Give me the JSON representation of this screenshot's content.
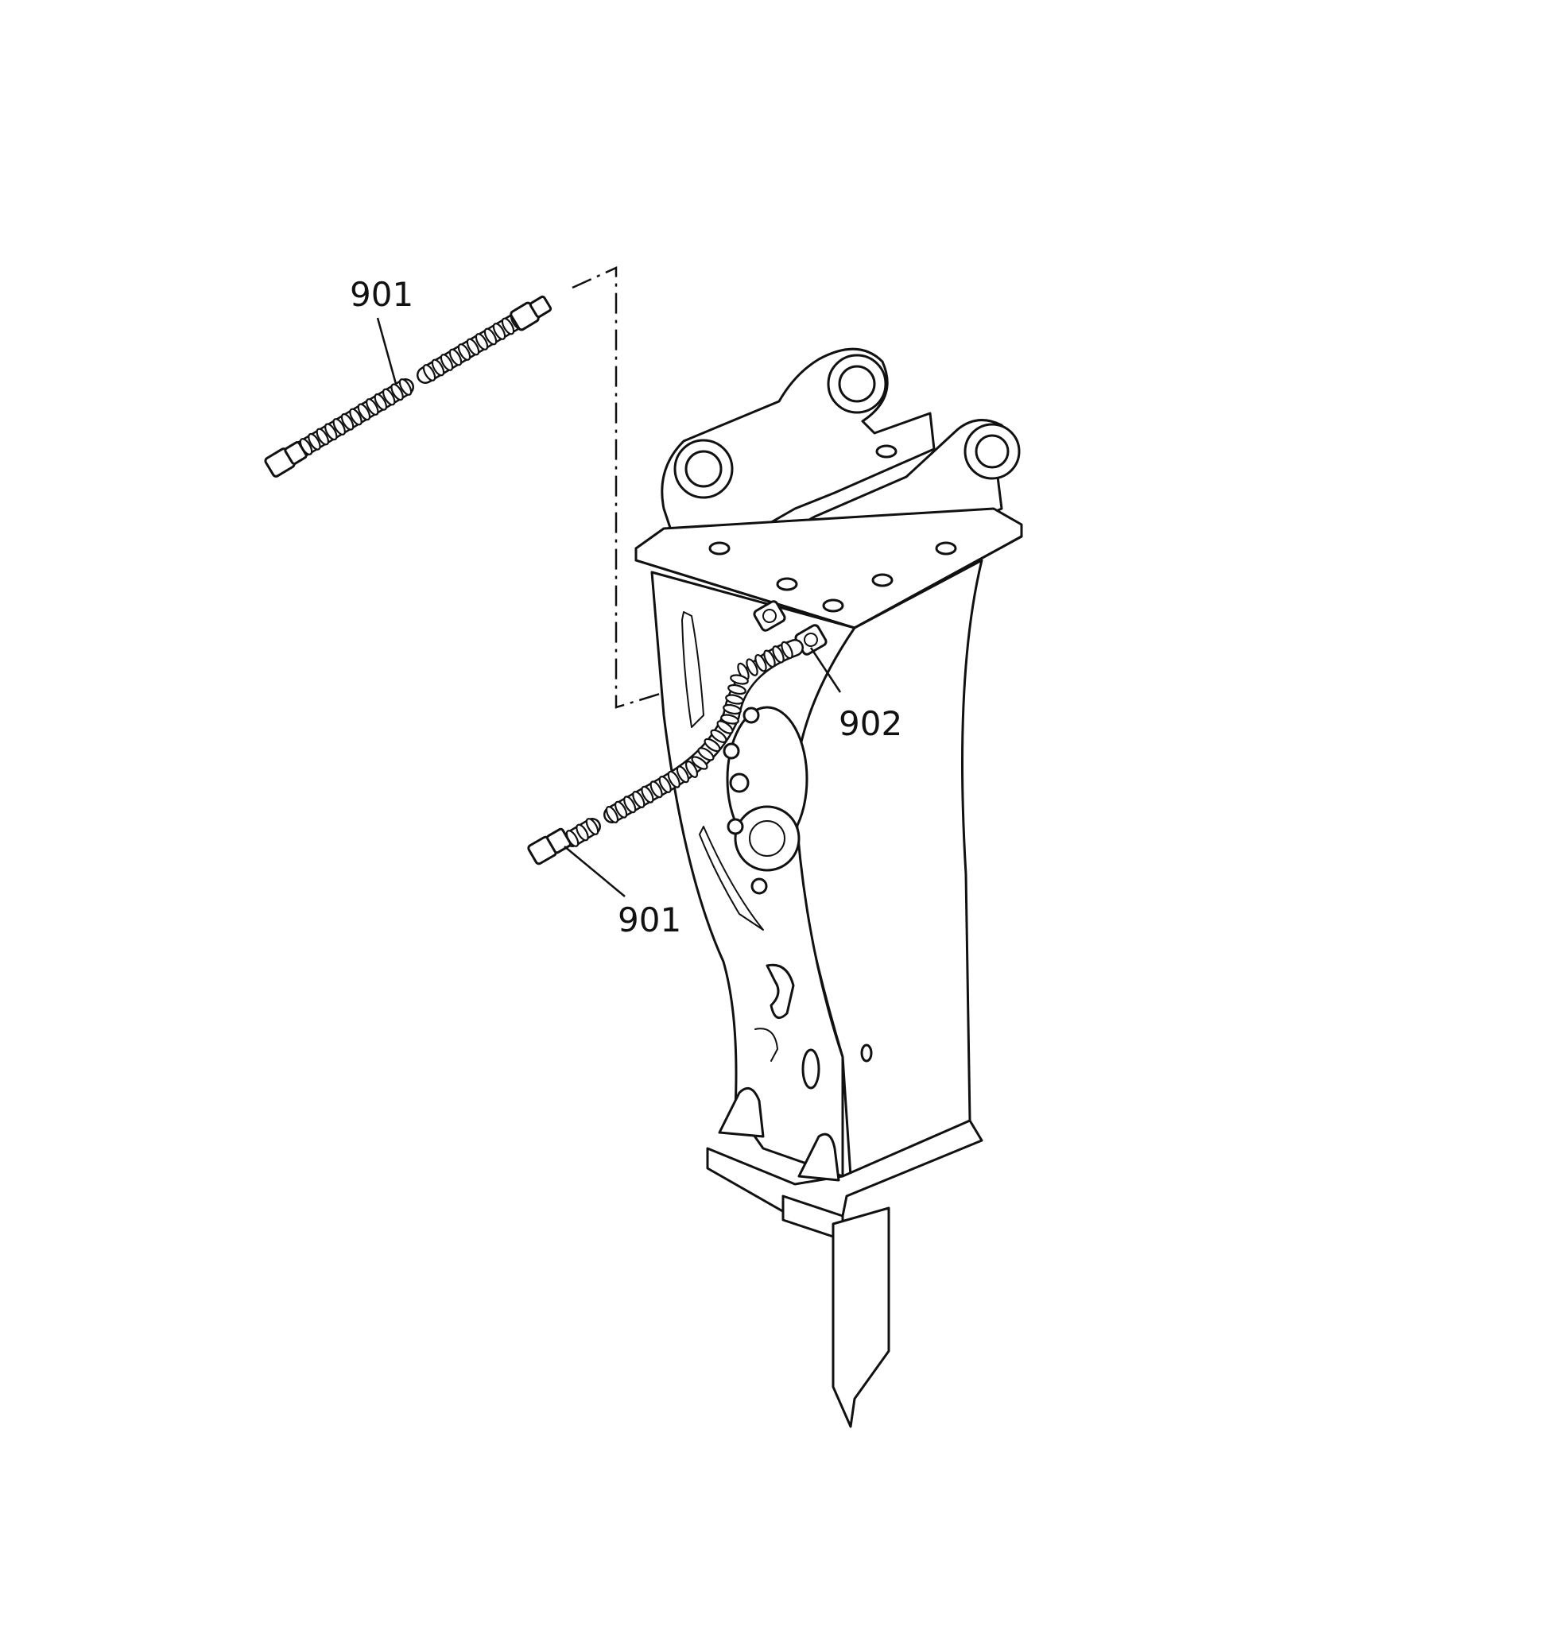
{
  "labels": {
    "hose_upper": "901",
    "hose_lower": "901",
    "fitting": "902"
  },
  "colors": {
    "line": "#111111",
    "background": "#ffffff"
  }
}
